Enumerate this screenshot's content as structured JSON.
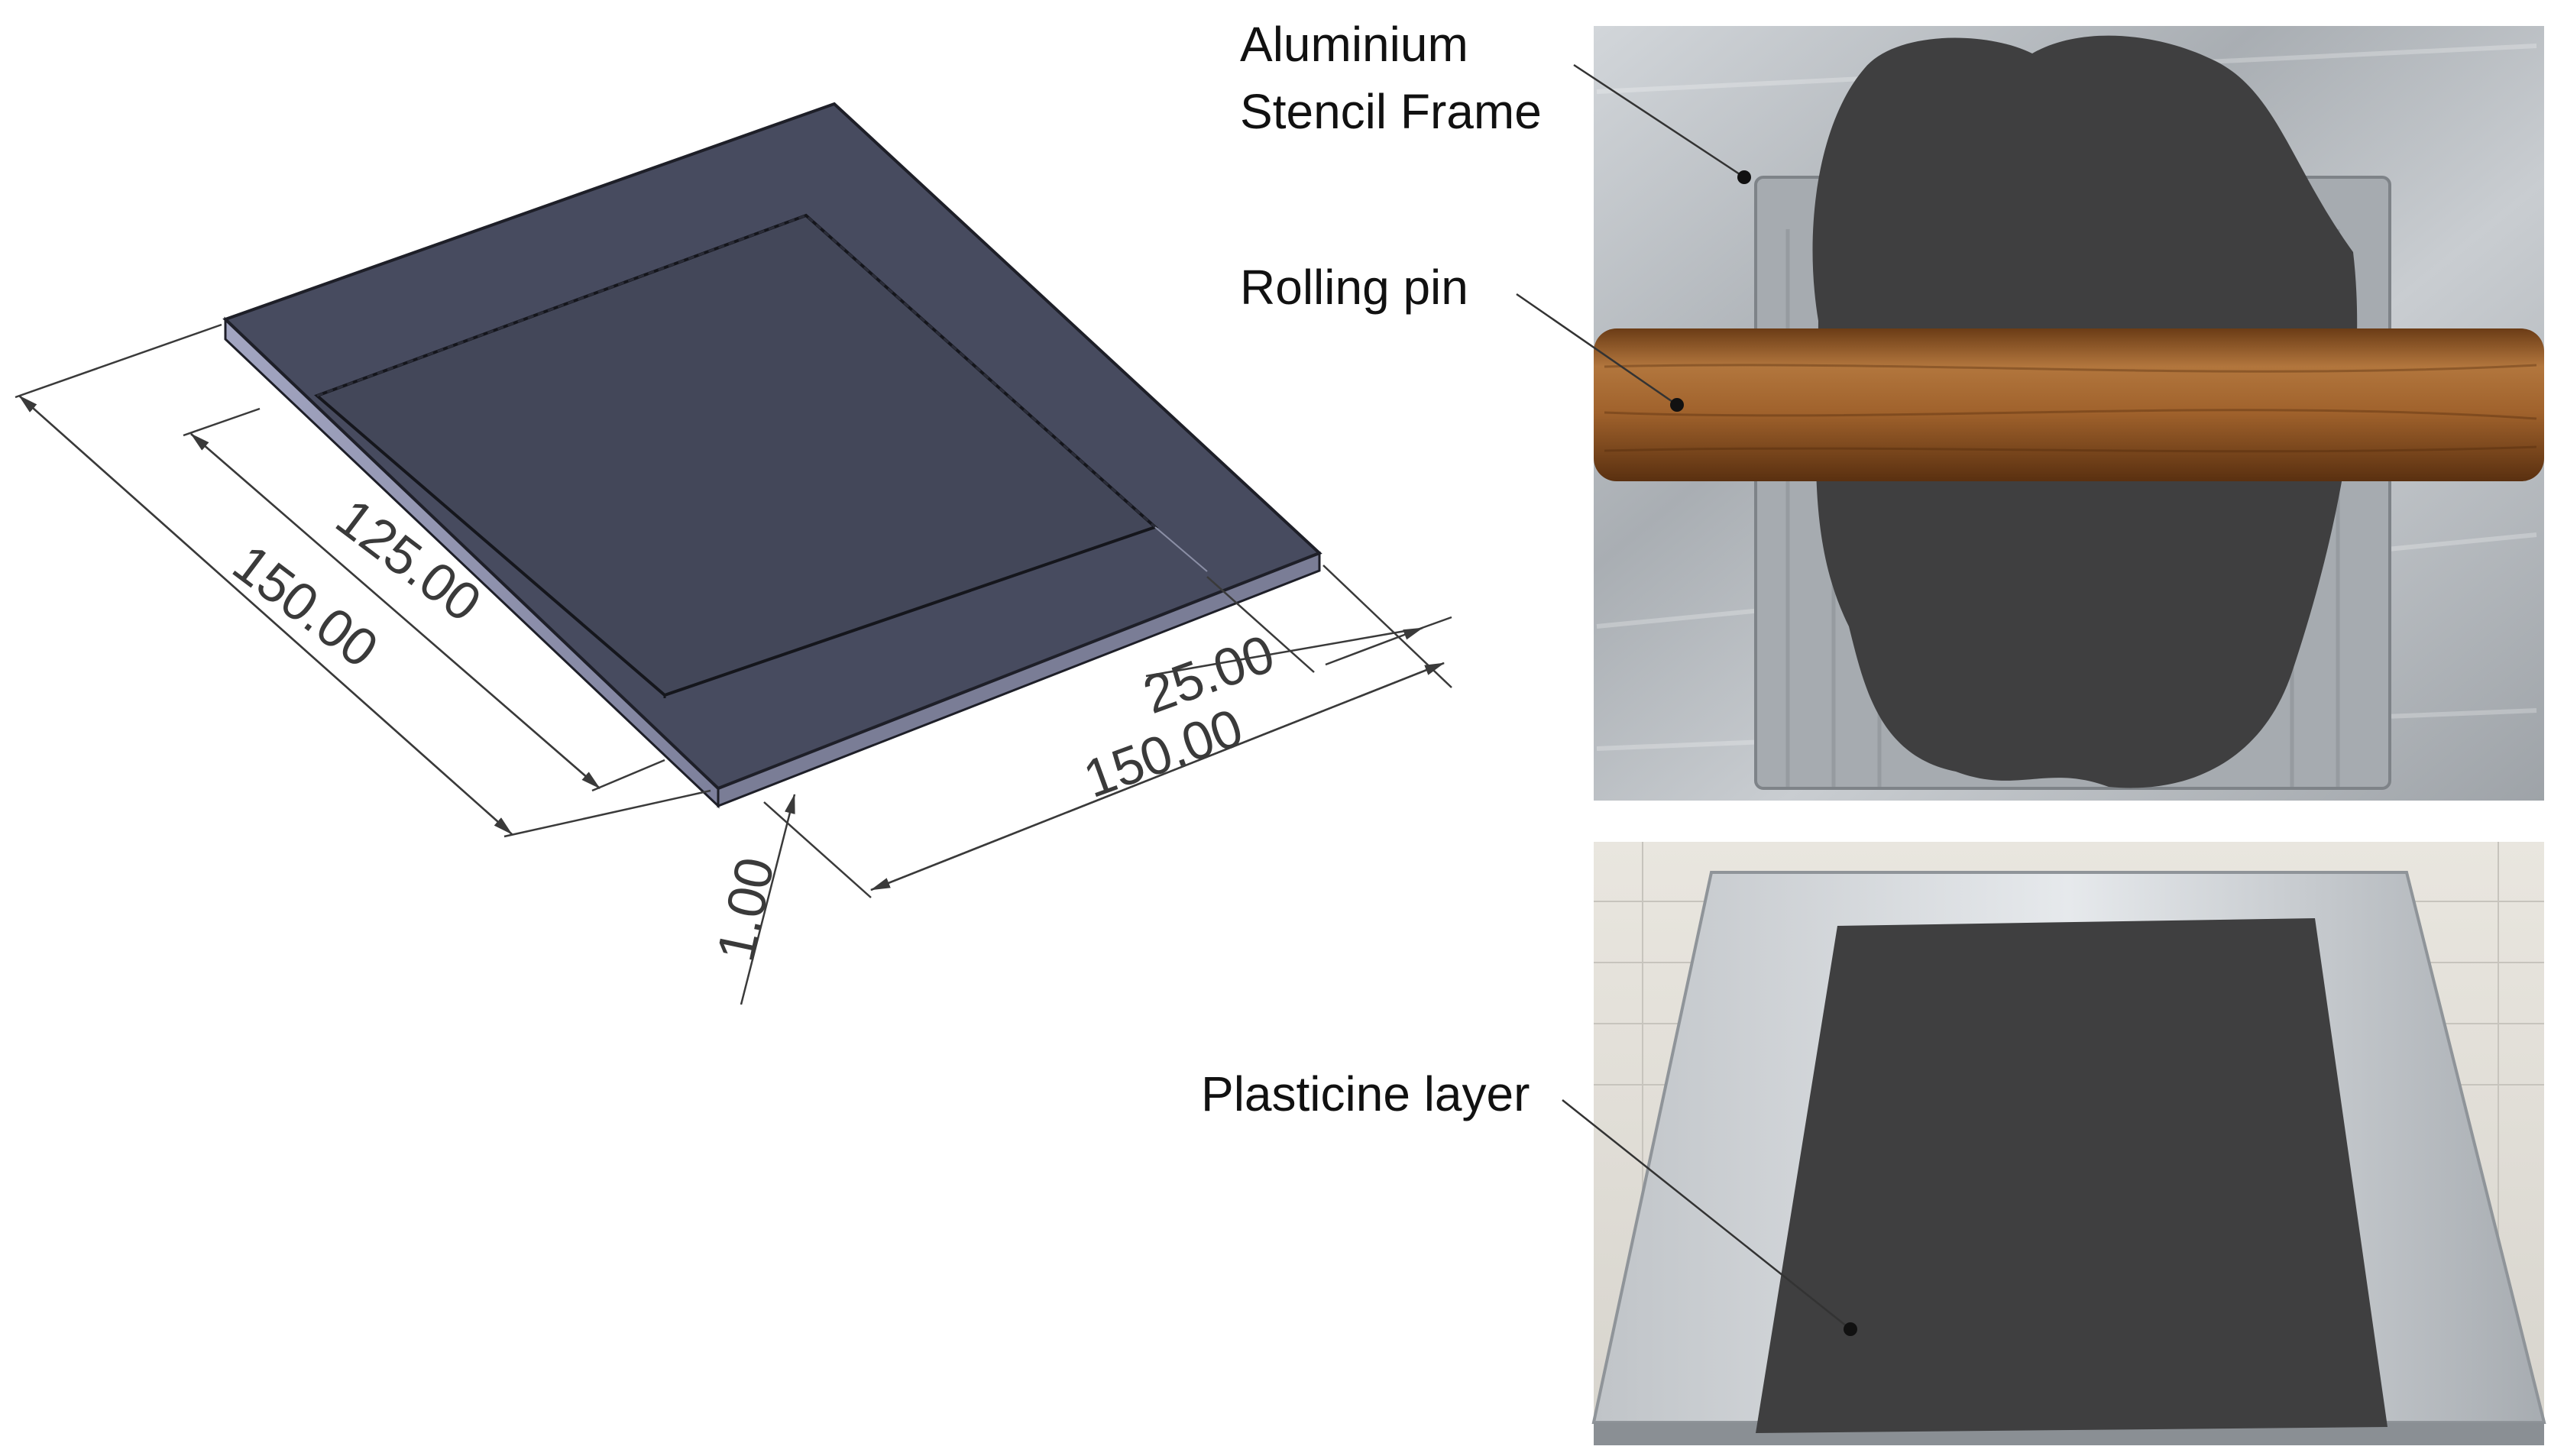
{
  "cad_drawing": {
    "dimensions": {
      "outer_width_left": "150.00",
      "inner_width_left": "125.00",
      "outer_width_right": "150.00",
      "frame_border": "25.00",
      "thickness": "1.00"
    }
  },
  "photo_top": {
    "labels": {
      "frame": [
        "Aluminium",
        "Stencil Frame"
      ],
      "rolling_pin": "Rolling pin"
    }
  },
  "photo_bottom": {
    "labels": {
      "plasticine": "Plasticine layer"
    }
  },
  "colors": {
    "plate_top": "#474b5f",
    "plate_side": "#8e91ac",
    "aluminium": "#b9bec3",
    "plasticine": "#3f3f40",
    "wood": "#9a5c2a"
  }
}
